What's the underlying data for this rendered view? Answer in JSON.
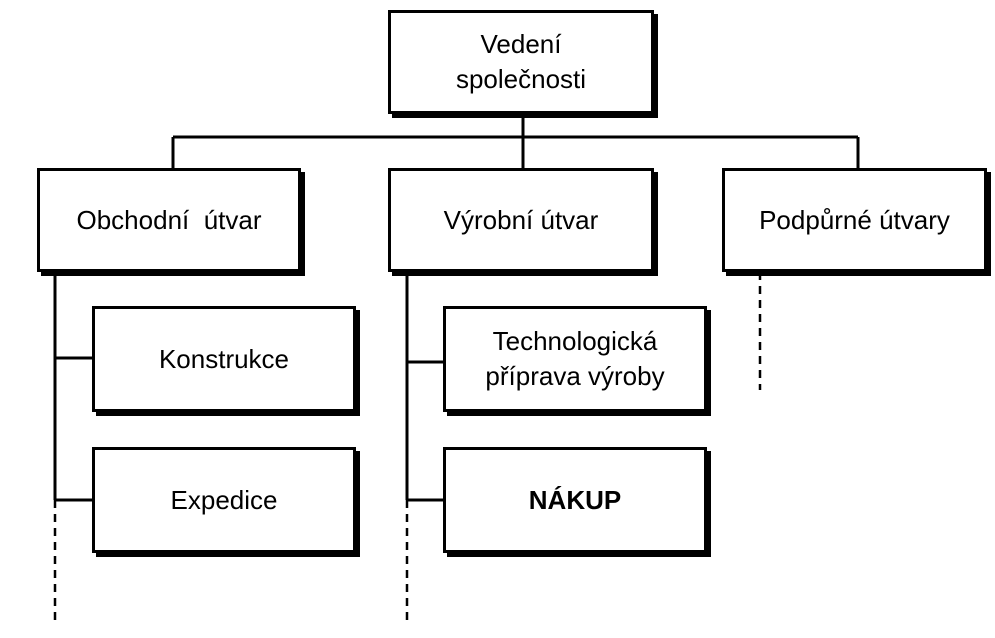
{
  "org_chart": {
    "root": {
      "label_line1": "Vedení",
      "label_line2": "společnosti"
    },
    "departments": [
      {
        "label": "Obchodní  útvar"
      },
      {
        "label": "Výrobní útvar"
      },
      {
        "label": "Podpůrné útvary"
      }
    ],
    "obchodni_children": [
      {
        "label": "Konstrukce"
      },
      {
        "label": "Expedice"
      }
    ],
    "vyrobni_children": [
      {
        "label_line1": "Technologická",
        "label_line2": "příprava výroby"
      },
      {
        "label": "NÁKUP",
        "emphasis": "bold"
      }
    ],
    "more_units_indicator": "dashed-line"
  }
}
